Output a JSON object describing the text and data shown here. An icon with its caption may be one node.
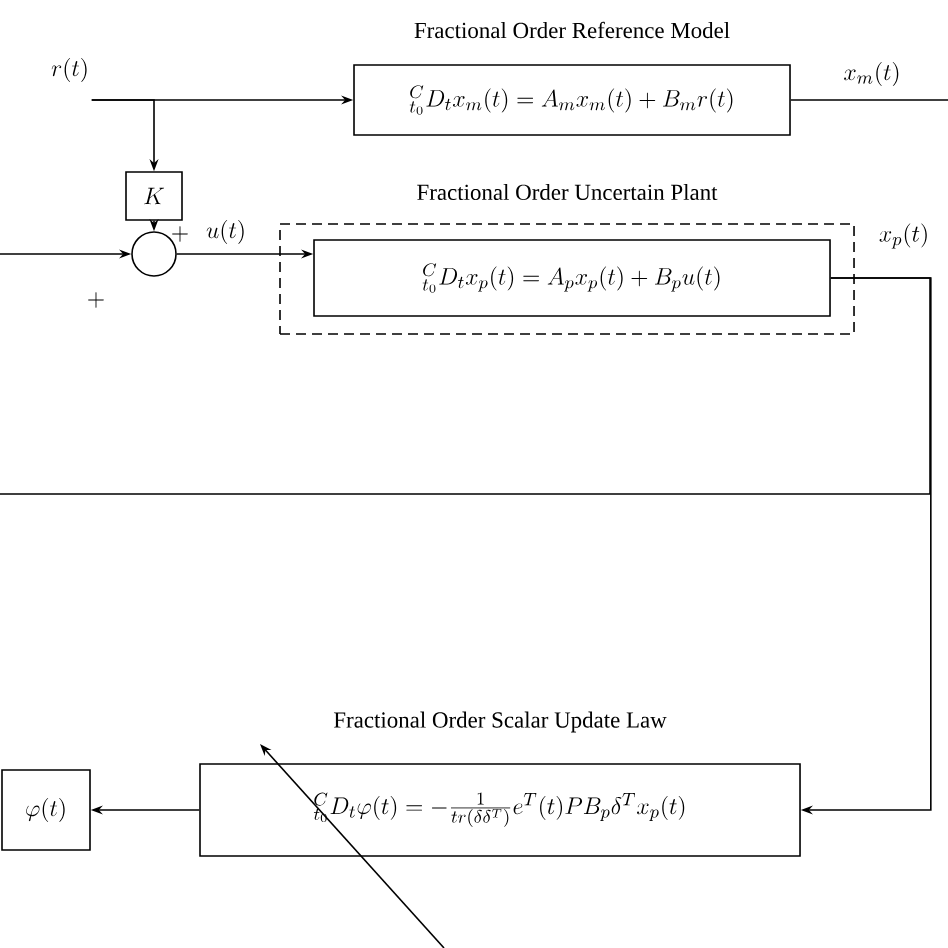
{
  "diagram": {
    "nodes": [
      {
        "text": [
          "r(t)"
        ]
      },
      {
        "text": [
          "Fractional Order Reference Model",
          "{}^{C}_{t_0}D_t x_m(t)=A_m x_m(t)+B_m r(t)"
        ]
      },
      {
        "text": [
          "K"
        ]
      },
      {
        "text": [],
        "shape": "circle"
      },
      {
        "text": [
          "Fractional Order Uncertain Plant"
        ]
      },
      {
        "text": [
          "{}^{C}_{t_0}D_t x_p(t)=A_p x_p(t)+B_p u(t)"
        ],
        "in": 4
      },
      {
        "text": [
          "Fractional Order Scalar Update Law",
          "{}^{C}_{t_0}D_t\\varphi(t)=-\\frac{1}{tr\\left(\\delta\\delta^{T}\\right)}e^{T}(t)PB_p\\delta^{T}x_p(t)"
        ]
      },
      {
        "text": [
          "\\varphi(t)"
        ]
      }
    ],
    "edges": [
      {
        "from": 0,
        "to": 1,
        "arrow": "to"
      },
      {
        "from": 0,
        "to": 2,
        "arrow": "to"
      },
      {
        "from": 2,
        "to": 3,
        "arrow": "to",
        "label": "+"
      },
      {
        "from": null,
        "to": 3,
        "arrow": "to",
        "label": "+"
      },
      {
        "from": 3,
        "to": 5,
        "arrow": "to",
        "label": "u(t)"
      },
      {
        "from": 1,
        "to": null,
        "arrow": "none",
        "label": "x_m(t)"
      },
      {
        "from": 5,
        "to": 6,
        "arrow": "to",
        "label": "x_p(t)"
      },
      {
        "from": 5,
        "to": null,
        "arrow": "none"
      },
      {
        "from": 6,
        "to": 7,
        "arrow": "to"
      },
      {
        "from": null,
        "to": 6,
        "arrow": "to"
      }
    ]
  }
}
